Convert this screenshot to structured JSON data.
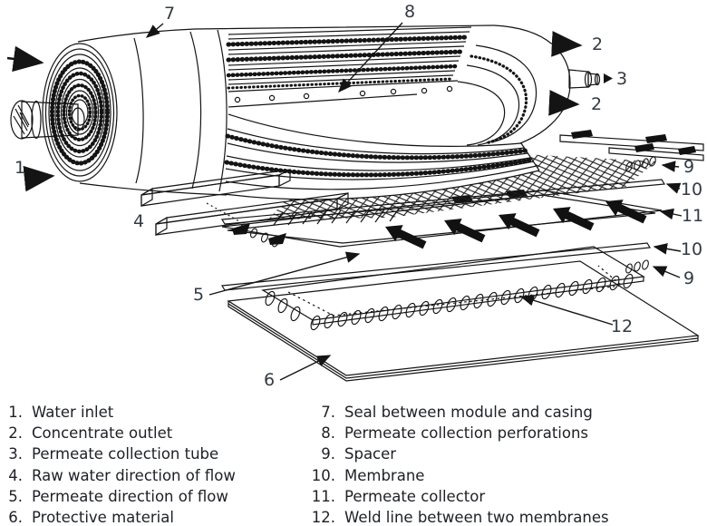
{
  "figure": {
    "callouts": {
      "water_inlet": "1",
      "concentrate_outlet_top": "2",
      "permeate_tube": "3",
      "concentrate_outlet_bottom": "2",
      "raw_water_flow": "4",
      "permeate_flow": "5",
      "protective_material": "6",
      "seal": "7",
      "perforations": "8",
      "spacer_top": "9",
      "membrane_top": "10",
      "permeate_collector": "11",
      "membrane_bottom": "10",
      "spacer_bottom": "9",
      "weld_line": "12"
    },
    "colors": {
      "ink": "#141414",
      "callout_number": "#333a45",
      "legend_text": "#1d2025",
      "background": "#ffffff"
    }
  },
  "legend": {
    "col1": [
      {
        "num": "1.",
        "text": "Water inlet"
      },
      {
        "num": "2.",
        "text": "Concentrate outlet"
      },
      {
        "num": "3.",
        "text": "Permeate collection tube"
      },
      {
        "num": "4.",
        "text": "Raw water direction of flow"
      },
      {
        "num": "5.",
        "text": "Permeate direction of flow"
      },
      {
        "num": "6.",
        "text": "Protective material"
      }
    ],
    "col2": [
      {
        "num": "7.",
        "text": "Seal between module and casing"
      },
      {
        "num": "8.",
        "text": "Permeate collection perforations"
      },
      {
        "num": "9.",
        "text": "Spacer"
      },
      {
        "num": "10.",
        "text": "Membrane"
      },
      {
        "num": "11.",
        "text": "Permeate collector"
      },
      {
        "num": "12.",
        "text": "Weld line between two membranes"
      }
    ]
  }
}
